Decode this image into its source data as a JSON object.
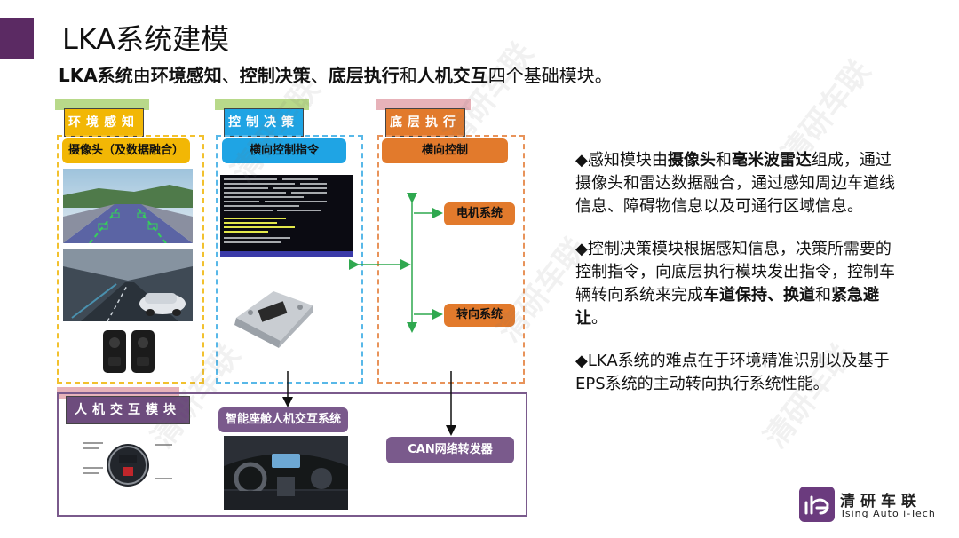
{
  "slide": {
    "title": "LKA系统建模",
    "subtitle": {
      "s1": "LKA系统",
      "s2": "由",
      "s3": "环境感知",
      "s4": "、",
      "s5": "控制决策",
      "s6": "、",
      "s7": "底层执行",
      "s8": "和",
      "s9": "人机交互",
      "s10": "四个基础模块。"
    }
  },
  "modules": {
    "perception": {
      "tab": "环境感知",
      "header": "摄像头（及数据融合）",
      "color": "#f2b705",
      "tab_color": "#f2b705",
      "strip_color": "#b8d98a"
    },
    "decision": {
      "tab": "控制决策",
      "header": "横向控制指令",
      "color": "#1fa4e4",
      "tab_color": "#1fa4e4",
      "strip_color": "#b8d98a"
    },
    "execution": {
      "tab": "底层执行",
      "header": "横向控制",
      "item1": "电机系统",
      "item2": "转向系统",
      "color": "#e27a2c",
      "tab_color": "#e27a2c",
      "strip_color": "#e7b2b9"
    },
    "hmi": {
      "tab": "人机交互模块",
      "header": "智能座舱人机交互系统",
      "can": "CAN网络转发器",
      "color": "#7a5a8c",
      "tab_color": "#6d4c7d",
      "strip_color": "#e7b2b9"
    }
  },
  "notes": {
    "n1": {
      "a": "◆感知模块由",
      "b": "摄像头",
      "c": "和",
      "d": "毫米波雷达",
      "e": "组成，通过摄像头和雷达数据融合，通过感知周边车道线信息、障碍物信息以及可通行区域信息。"
    },
    "n2": {
      "a": "◆控制决策模块根据感知信息，决策所需要的控制指令，向底层执行模块发出指令，控制车辆转向系统来完成",
      "b": "车道保持、换道",
      "c": "和",
      "d": "紧急避让",
      "e": "。"
    },
    "n3": {
      "a": "◆LKA系统的难点在于环境精准识别以及基于EPS系统的主动转向执行系统性能。"
    }
  },
  "watermark": "清研车联",
  "brand": {
    "name": "清研车联",
    "sub": "Tsing Auto i-Tech",
    "color": "#6b3b7e"
  },
  "colors": {
    "accent": "#5b2a63",
    "arrow_green": "#2fa84f"
  }
}
